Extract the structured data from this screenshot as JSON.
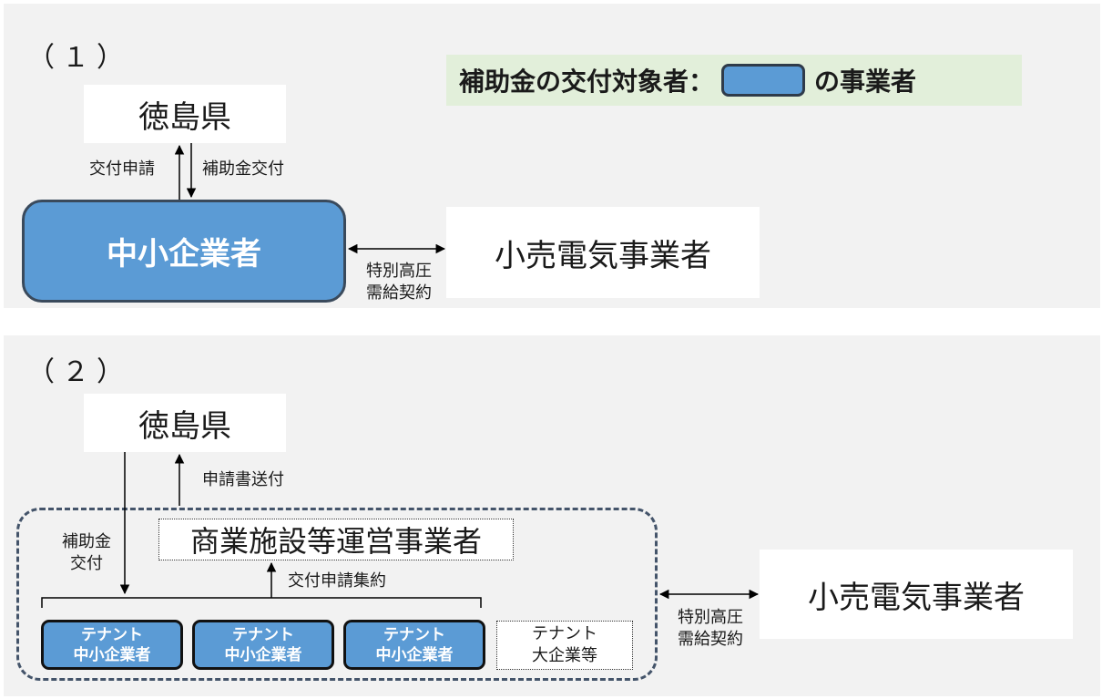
{
  "legend": {
    "prefix": "補助金の交付対象者：",
    "suffix": "の事業者",
    "swatch_color": "#5b9bd5"
  },
  "section1": {
    "label": "（１）",
    "prefecture": "徳島県",
    "apply_label": "交付申請",
    "grant_label": "補助金交付",
    "sme": "中小企業者",
    "contract_line1": "特別高圧",
    "contract_line2": "需給契約",
    "retailer": "小売電気事業者"
  },
  "section2": {
    "label": "（２）",
    "prefecture": "徳島県",
    "send_label": "申請書送付",
    "grant_line1": "補助金",
    "grant_line2": "交付",
    "operator": "商業施設等運営事業者",
    "collect_label": "交付申請集約",
    "tenants": [
      {
        "line1": "テナント",
        "line2": "中小企業者"
      },
      {
        "line1": "テナント",
        "line2": "中小企業者"
      },
      {
        "line1": "テナント",
        "line2": "中小企業者"
      }
    ],
    "large_tenant_line1": "テナント",
    "large_tenant_line2": "大企業等",
    "contract_line1": "特別高圧",
    "contract_line2": "需給契約",
    "retailer": "小売電気事業者"
  },
  "colors": {
    "sme_fill": "#5b9bd5",
    "panel_bg": "#f2f2f2",
    "legend_bg": "#e2efda",
    "dashed_border": "#44546a"
  }
}
